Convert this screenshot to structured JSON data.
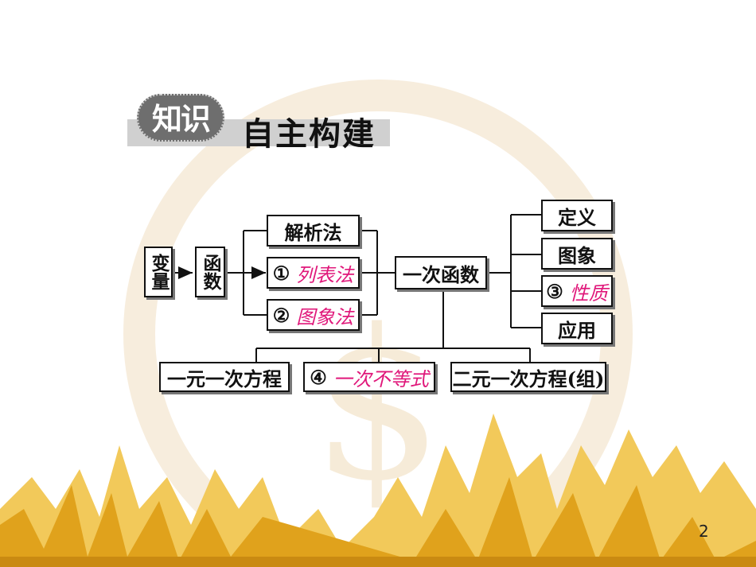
{
  "colors": {
    "accent_pink": "#e0177a",
    "mountain_gold": "#e0a21c",
    "mountain_light": "#f2c95a",
    "watermark": "#f4e6cf",
    "badge_grey": "#6e6e6e"
  },
  "header": {
    "badge": "知识",
    "title": "自主构建"
  },
  "diagram": {
    "variable": "变量",
    "function": "函数",
    "methods": [
      {
        "num": "",
        "label": "解析法",
        "answer": false
      },
      {
        "num": "①",
        "label": "列表法",
        "answer": true
      },
      {
        "num": "②",
        "label": "图象法",
        "answer": true
      }
    ],
    "center": "一次函数",
    "aspects": [
      {
        "num": "",
        "label": "定义",
        "answer": false
      },
      {
        "num": "",
        "label": "图象",
        "answer": false
      },
      {
        "num": "③",
        "label": "性质",
        "answer": true
      },
      {
        "num": "",
        "label": "应用",
        "answer": false
      }
    ],
    "related": [
      {
        "num": "",
        "label": "一元一次方程",
        "answer": false
      },
      {
        "num": "④",
        "label": "一次不等式",
        "answer": true
      },
      {
        "num": "",
        "label": "二元一次方程(组)",
        "answer": false
      }
    ]
  },
  "page_number": "2"
}
